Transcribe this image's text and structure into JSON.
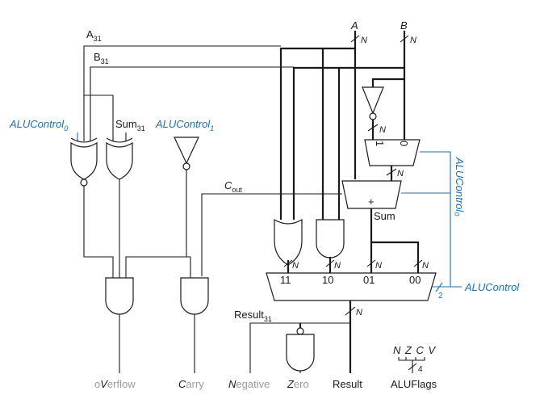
{
  "inputs": {
    "a_label": "A",
    "b_label": "B",
    "n_label": "N",
    "a31": {
      "base": "A",
      "sub": "31"
    },
    "b31": {
      "base": "B",
      "sub": "31"
    },
    "sum31": {
      "base": "Sum",
      "sub": "31"
    }
  },
  "control": {
    "alu_control0_left": {
      "base": "ALUControl",
      "sub": "0"
    },
    "alu_control1": {
      "base": "ALUControl",
      "sub": "1"
    },
    "alu_control0_right": "ALUControl₀",
    "alu_control": "ALUControl",
    "bus2": "2"
  },
  "mux": {
    "in1": "1",
    "in0": "0",
    "sel11": "11",
    "sel10": "10",
    "sel01": "01",
    "sel00": "00"
  },
  "adder": {
    "plus": "+",
    "sum": "Sum"
  },
  "cout": {
    "base": "C",
    "sub": "out"
  },
  "result31": {
    "base": "Result",
    "sub": "31"
  },
  "outputs": {
    "overflow": {
      "first": "o",
      "cap": "V",
      "rest": "erflow"
    },
    "carry": {
      "cap": "C",
      "rest": "arry"
    },
    "negative": {
      "cap": "N",
      "rest": "egative"
    },
    "zero": {
      "cap": "Z",
      "rest": "ero"
    },
    "result": "Result",
    "aluflags": "ALUFlags",
    "flags_letters": "N Z C V",
    "flags_width": "4"
  },
  "colors": {
    "wire": "#1a1a1a",
    "control": "#1f6fa8",
    "dim": "#9a9a9a"
  }
}
